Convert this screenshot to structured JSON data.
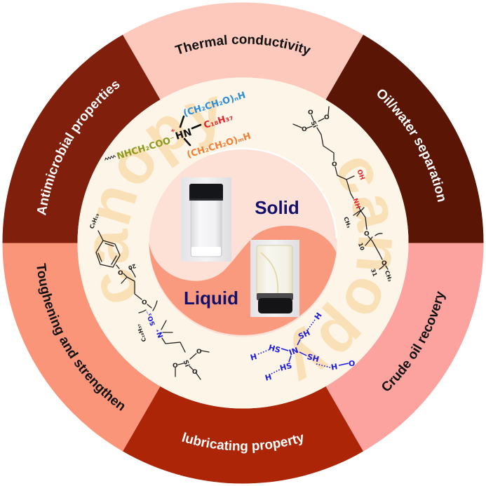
{
  "figure": {
    "center": {
      "solid_label": "Solid",
      "liquid_label": "Liquid"
    },
    "colors": {
      "cream_ring": "#fdf5e8",
      "solid_region": "#fde0d6",
      "liquid_region": "#f99a7e",
      "state_text": "#11116b"
    }
  },
  "segments": [
    {
      "label": "Thermal conductivity",
      "color": "#fcc9bc",
      "text_color": "#111111"
    },
    {
      "label": "Oil/water separation",
      "color": "#5b1505",
      "text_color": "#ffffff"
    },
    {
      "label": "Crude oil recovery",
      "color": "#fca29f",
      "text_color": "#111111"
    },
    {
      "label": "lubricating property",
      "color": "#ad2507",
      "text_color": "#ffffff"
    },
    {
      "label": "Toughening and strengthen",
      "color": "#fb957a",
      "text_color": "#111111"
    },
    {
      "label": "Antimicrobial properties",
      "color": "#801f0b",
      "text_color": "#ffffff"
    }
  ],
  "watermark": {
    "text": "canopy"
  },
  "molecules": {
    "zwitterion": {
      "tail": "NHCH₂COO⁻",
      "plus": "⁺",
      "cation": "HN",
      "eo_n": "(CH₂CH₂O)ₙH",
      "alkyl": "C₁₈H₃₇",
      "eo_m": "(CH₂CH₂O)ₘH",
      "colors": {
        "tail": "#8b9a1a",
        "plus": "#e3262b",
        "eo_n": "#2a8fd8",
        "alkyl": "#e3262b",
        "eo_m": "#f57e32"
      }
    },
    "silane_peg": {
      "o": "O",
      "si": "Si",
      "oh": "OH",
      "nh": "NH",
      "ch3": "CH₃",
      "repeat_a": "10",
      "repeat_b": "31",
      "end": "CH₃",
      "colors": {
        "heteroatom": "#e3262b"
      }
    },
    "sulfobetaine_silane": {
      "alkyl_top": "C₉H₁₉",
      "o": "O",
      "repeat": "20",
      "so3": "SO₃⁻",
      "n_plus": "N⁺",
      "alkyl": "C₁₈H₃₇",
      "si": "Si",
      "colors": {
        "ionic": "#1a1ae0"
      }
    },
    "thiol_network": {
      "center": "IN",
      "sh": "SH",
      "hs": "HS",
      "h": "H",
      "o": "O",
      "colors": {
        "text": "#1a1ae0"
      }
    }
  }
}
